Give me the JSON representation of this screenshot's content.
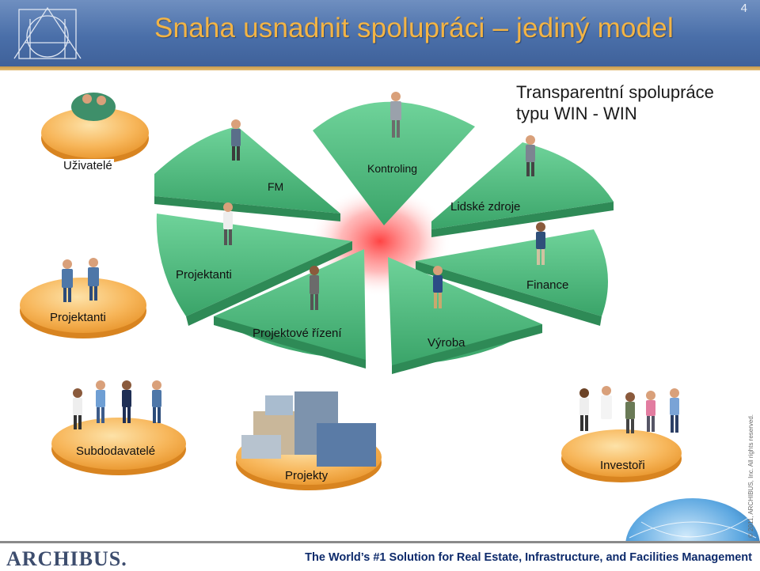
{
  "slide": {
    "title": "Snaha usnadnit spolupráci – jediný model",
    "page_number": "4",
    "subtitle_lines": [
      "Transparentní spolupráce",
      "typu WIN - WIN"
    ]
  },
  "segments": {
    "fm": "FM",
    "kontroling": "Kontroling",
    "lidske_zdroje": "Lidské zdroje",
    "projektanti": "Projektanti",
    "finance": "Finance",
    "projektove_rizeni": "Projektové řízení",
    "vyroba": "Výroba"
  },
  "platforms": {
    "uzivatele": "Uživatelé",
    "projektanti": "Projektanti",
    "subdodavatele": "Subdodavatelé",
    "projekty": "Projekty",
    "investori": "Investoři"
  },
  "footer": {
    "brand": "ARCHIBUS.",
    "tagline": "The World’s #1 Solution for Real Estate, Infrastructure, and Facilities Management",
    "copyright": "© 2011, ARCHIBUS, Inc. All rights reserved."
  },
  "colors": {
    "header": "#4a6fa9",
    "title": "#f3b445",
    "segment_green": "#45b07a",
    "platform_orange": "#f0a640",
    "center_glow": "#f05050"
  }
}
